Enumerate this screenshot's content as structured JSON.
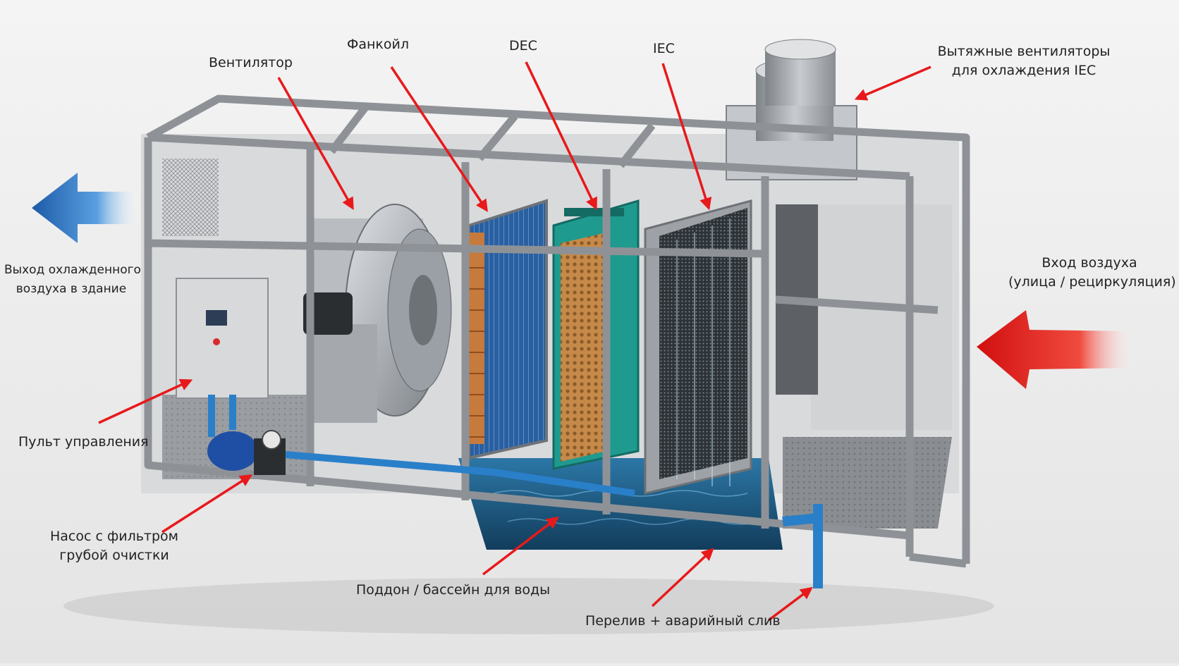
{
  "labels": {
    "fan": "Вентилятор",
    "fancoil": "Фанкойл",
    "dec": "DEC",
    "iec": "IEC",
    "exhaust_fans_1": "Вытяжные вентиляторы",
    "exhaust_fans_2": "для охлаждения IEC",
    "outlet_1": "Выход охлажденного",
    "outlet_2": "воздуха в здание",
    "inlet_1": "Вход воздуха",
    "inlet_2": "(улица / рециркуляция)",
    "control_panel": "Пульт управления",
    "pump_1": "Насос с фильтром",
    "pump_2": "грубой очистки",
    "sump": "Поддон / бассейн для воды",
    "overflow": "Перелив + аварийный слив"
  },
  "colors": {
    "callout_arrow": "#e8191b",
    "outlet_arrow": "#2f6fc0",
    "inlet_arrow": "#e52222",
    "frame": "#9a9ea3",
    "water": "#1f5d86",
    "pipe": "#2a7fc9",
    "fancoil_fins": "#2a5fa0",
    "dec_media": "#c58a4a",
    "dec_frame": "#1f9a8e",
    "iec_media": "#2e3338"
  }
}
